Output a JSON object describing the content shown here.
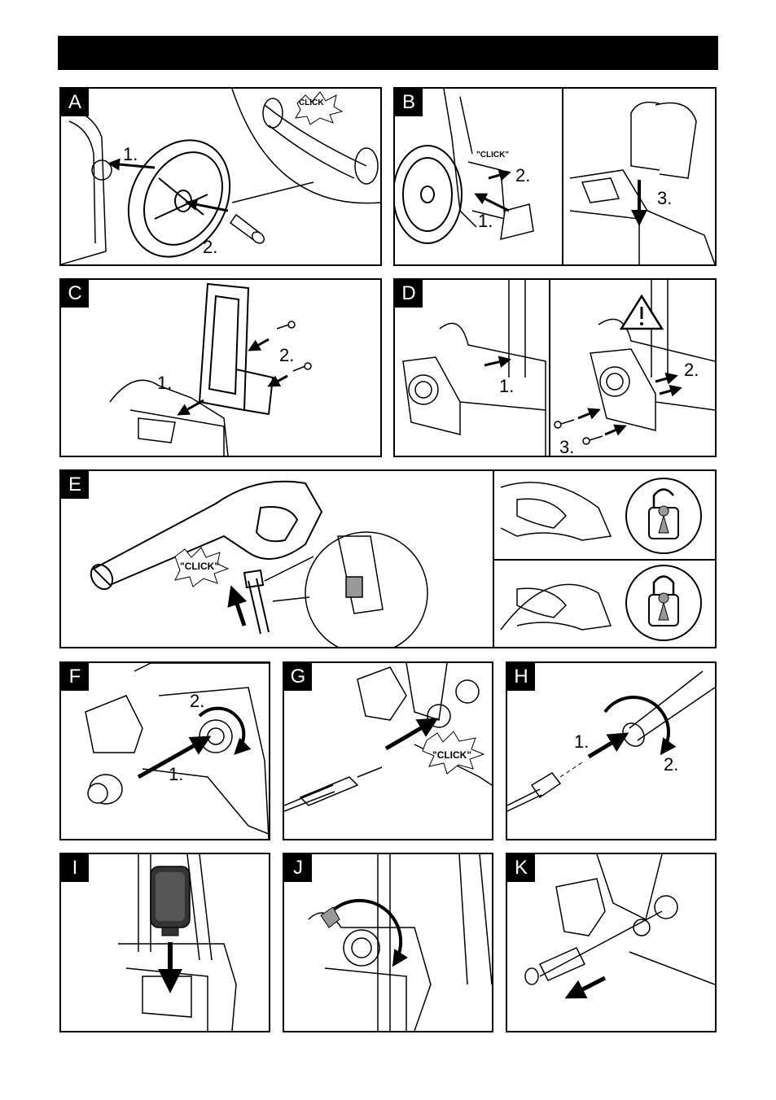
{
  "panels": {
    "A": {
      "label": "A",
      "steps": [
        "1.",
        "2."
      ],
      "click": "CLICK"
    },
    "B": {
      "label": "B",
      "steps": [
        "1.",
        "2.",
        "3."
      ],
      "click": "\"CLICK\""
    },
    "C": {
      "label": "C",
      "steps": [
        "1.",
        "2."
      ]
    },
    "D": {
      "label": "D",
      "steps": [
        "1.",
        "2.",
        "3."
      ]
    },
    "E": {
      "label": "E",
      "click": "\"CLICK\""
    },
    "F": {
      "label": "F",
      "steps": [
        "1.",
        "2."
      ]
    },
    "G": {
      "label": "G",
      "click": "\"CLICK\""
    },
    "H": {
      "label": "H",
      "steps": [
        "1.",
        "2."
      ]
    },
    "I": {
      "label": "I"
    },
    "J": {
      "label": "J"
    },
    "K": {
      "label": "K"
    }
  },
  "icons": [
    "wheel-icon",
    "axle-pin-icon",
    "handle-frame-icon",
    "screw-icon",
    "warning-icon",
    "spray-gun-icon",
    "lock-open-icon",
    "lock-closed-icon",
    "hose-connector-icon",
    "lance-icon",
    "detergent-bottle-icon",
    "rotate-arrow-icon",
    "filter-icon",
    "push-arrow-icon"
  ]
}
